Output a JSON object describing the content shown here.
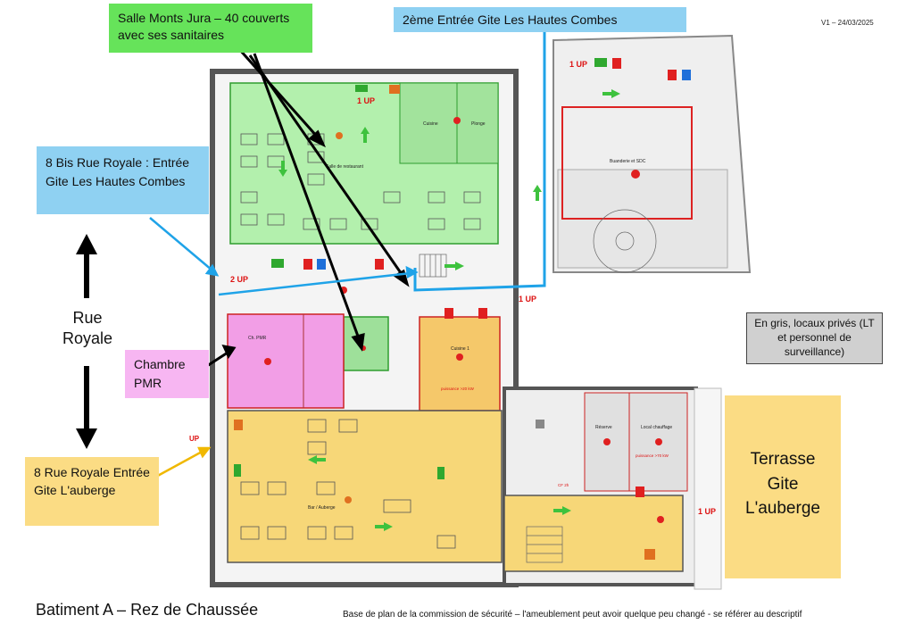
{
  "version": "V1 – 24/03/2025",
  "callouts": {
    "salle_monts_jura": "Salle Monts Jura – 40 couverts avec ses sanitaires",
    "gite_hautes_combes_2": "2ème Entrée Gite Les Hautes Combes",
    "entree_8bis": "8 Bis Rue Royale : Entrée Gite Les Hautes Combes",
    "rue_royale": "Rue Royale",
    "chambre_pmr": "Chambre PMR",
    "entree_8": "8 Rue Royale Entrée Gite L'auberge",
    "locaux_prives": "En gris, locaux privés (LT et personnel de surveillance)",
    "terrasse": "Terrasse Gite L'auberge"
  },
  "footer": {
    "title": "Batiment A – Rez de Chaussée",
    "note": "Base de plan de la commission de sécurité – l'ameublement peut avoir quelque peu changé  - se référer au descriptif"
  },
  "plan_labels": {
    "up_main": "1 UP",
    "up_top_right": "1 UP",
    "up_2": "2 UP",
    "up_mid_right": "1 UP",
    "up_bottom_right": "1 UP",
    "up_left": "UP",
    "salle_restaurant": "Salle de restaurant",
    "cuisine_top": "Cuisine",
    "plonge": "Plonge",
    "ch_pmr": "Ch. PMR",
    "cuisine_1": "Cuisine 1",
    "puissance_1": "puissance >20 kW",
    "bar_auberge": "Bar / Auberge",
    "reserve": "Réserve",
    "local_chauffage": "Local chauffage",
    "puissance_2": "puissance >70 kW",
    "buanderie": "Buanderie et SDC",
    "cf_label": "CF 2h"
  },
  "colors": {
    "green_zone": "#b3f0ad",
    "pink_zone": "#f29ee6",
    "yellow_zone": "#f7d778",
    "gray_zone": "#d9d9d9",
    "callout_green": "#66e35a",
    "callout_blue": "#8fd1f2",
    "callout_pink": "#f7b6f2",
    "callout_yellow": "#fbdc84",
    "callout_gray": "#d0d0d0"
  }
}
